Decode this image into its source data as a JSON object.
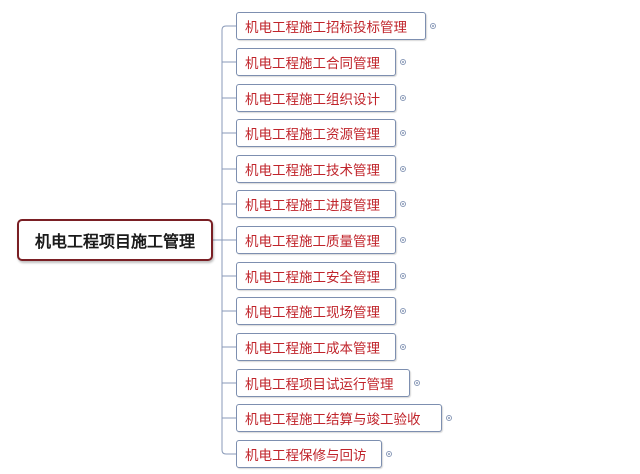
{
  "mindmap": {
    "root": {
      "label": "机电工程项目施工管理"
    },
    "children": [
      {
        "label": "机电工程施工招标投标管理"
      },
      {
        "label": "机电工程施工合同管理"
      },
      {
        "label": "机电工程施工组织设计"
      },
      {
        "label": "机电工程施工资源管理"
      },
      {
        "label": "机电工程施工技术管理"
      },
      {
        "label": "机电工程施工进度管理"
      },
      {
        "label": "机电工程施工质量管理"
      },
      {
        "label": "机电工程施工安全管理"
      },
      {
        "label": "机电工程施工现场管理"
      },
      {
        "label": "机电工程施工成本管理"
      },
      {
        "label": "机电工程项目试运行管理"
      },
      {
        "label": "机电工程施工结算与竣工验收"
      },
      {
        "label": "机电工程保修与回访"
      }
    ]
  },
  "colors": {
    "root_border": "#7a1f24",
    "child_border": "#7d8fb0",
    "child_text": "#c0242b",
    "connector": "#8a9ab8"
  }
}
